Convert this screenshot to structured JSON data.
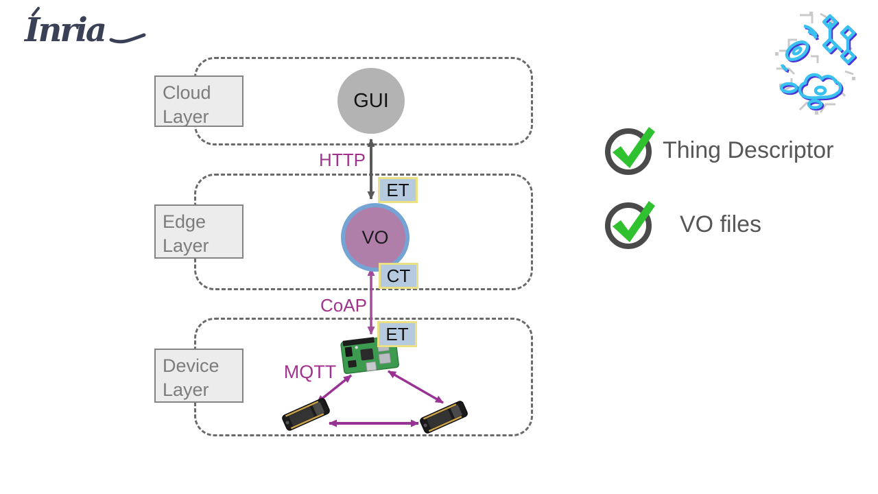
{
  "brand": {
    "logo_text": "Inria"
  },
  "diagram": {
    "cloud_layer": {
      "label": "Cloud Layer",
      "node": "GUI"
    },
    "edge_layer": {
      "label": "Edge Layer",
      "node": "VO",
      "top_port": "ET",
      "bottom_port": "CT"
    },
    "device_layer": {
      "label": "Device Layer",
      "gateway_port": "ET",
      "gateway_device": "raspberry-pi-board",
      "mesh_devices": [
        "microcontroller-board",
        "microcontroller-board"
      ]
    },
    "protocols": {
      "cloud_edge": "HTTP",
      "edge_device": "CoAP",
      "device_mesh": "MQTT"
    }
  },
  "checklist": {
    "items": [
      {
        "label": "Thing Descriptor",
        "checked": true
      },
      {
        "label": "VO files",
        "checked": true
      }
    ]
  },
  "colors": {
    "protocol_text": "#a1338e",
    "vo_fill": "#b07fa9",
    "vo_ring": "#74a3d4",
    "node_gray": "#b3b3b3",
    "port_fill": "#b5cadf",
    "port_border": "#ece084",
    "dashed_border": "#6a6a6a",
    "arrow_gray": "#595959",
    "arrow_purple": "#983293",
    "check_green": "#2fc12f",
    "check_ring": "#4a4a4a",
    "logo_navy": "#3a4156"
  }
}
